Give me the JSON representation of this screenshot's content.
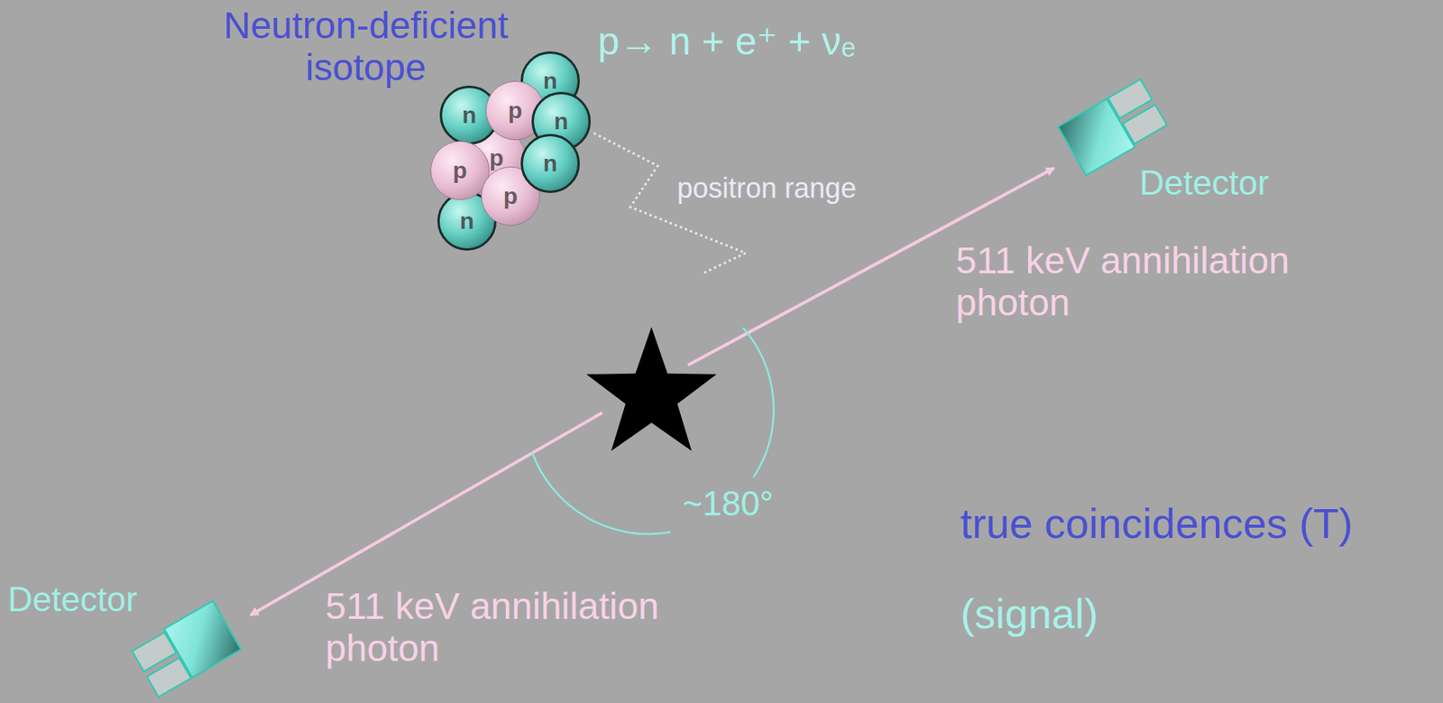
{
  "diagram": {
    "nodes": [
      {
        "text": [
          "n"
        ]
      },
      {
        "text": [
          "p"
        ]
      },
      {
        "text": [
          "n"
        ]
      },
      {
        "text": [
          "n"
        ]
      },
      {
        "text": [
          "p"
        ]
      },
      {
        "text": [
          "n"
        ]
      },
      {
        "text": [
          "p"
        ]
      },
      {
        "text": [
          "p"
        ]
      },
      {
        "text": [
          "n"
        ]
      },
      {
        "text": [
          "Detector"
        ]
      },
      {
        "text": [
          "Detector"
        ]
      }
    ],
    "labels": [
      "Neutron-deficient isotope",
      "p→ n + e⁺ + νₑ",
      "positron range",
      "511 keV annihilation photon",
      "~180°",
      "511 keV annihilation photon",
      "true coincidences (T)",
      "(signal)"
    ]
  }
}
